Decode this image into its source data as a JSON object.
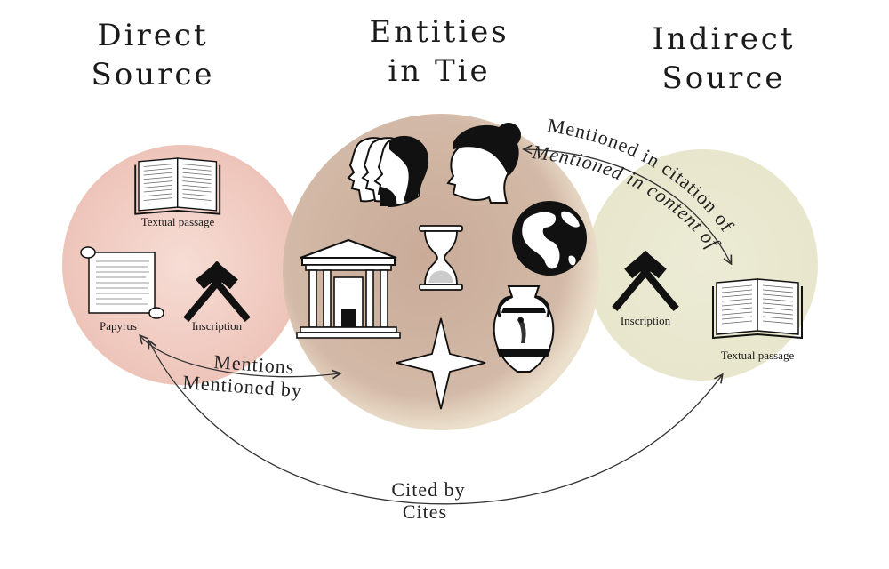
{
  "titles": {
    "direct": [
      "Direct",
      "Source"
    ],
    "entities": [
      "Entities",
      "in Tie"
    ],
    "indirect": [
      "Indirect",
      "Source"
    ]
  },
  "direct_source": {
    "textual_passage": "Textual passage",
    "papyrus": "Papyrus",
    "inscription": "Inscription"
  },
  "indirect_source": {
    "inscription": "Inscription",
    "textual_passage": "Textual passage"
  },
  "relations": {
    "mentions": "Mentions",
    "mentioned_by": "Mentioned by",
    "mentioned_in_citation_of": "Mentioned in citation of",
    "mentioned_in_content_of": "Mentioned in content of",
    "cited_by": "Cited by",
    "cites": "Cites"
  },
  "colors": {
    "direct_circle": "#efc9bf",
    "entities_circle": "#c9a996",
    "indirect_circle": "#ecebd4",
    "ink": "#1b1b1b"
  },
  "icons": {
    "direct": [
      "book-icon",
      "papyrus-scroll-icon",
      "hammers-icon"
    ],
    "entities": [
      "people-profiles-icon",
      "woman-profile-icon",
      "globe-icon",
      "temple-icon",
      "hourglass-icon",
      "star-icon",
      "amphora-icon"
    ],
    "indirect": [
      "hammers-icon",
      "book-icon"
    ]
  }
}
